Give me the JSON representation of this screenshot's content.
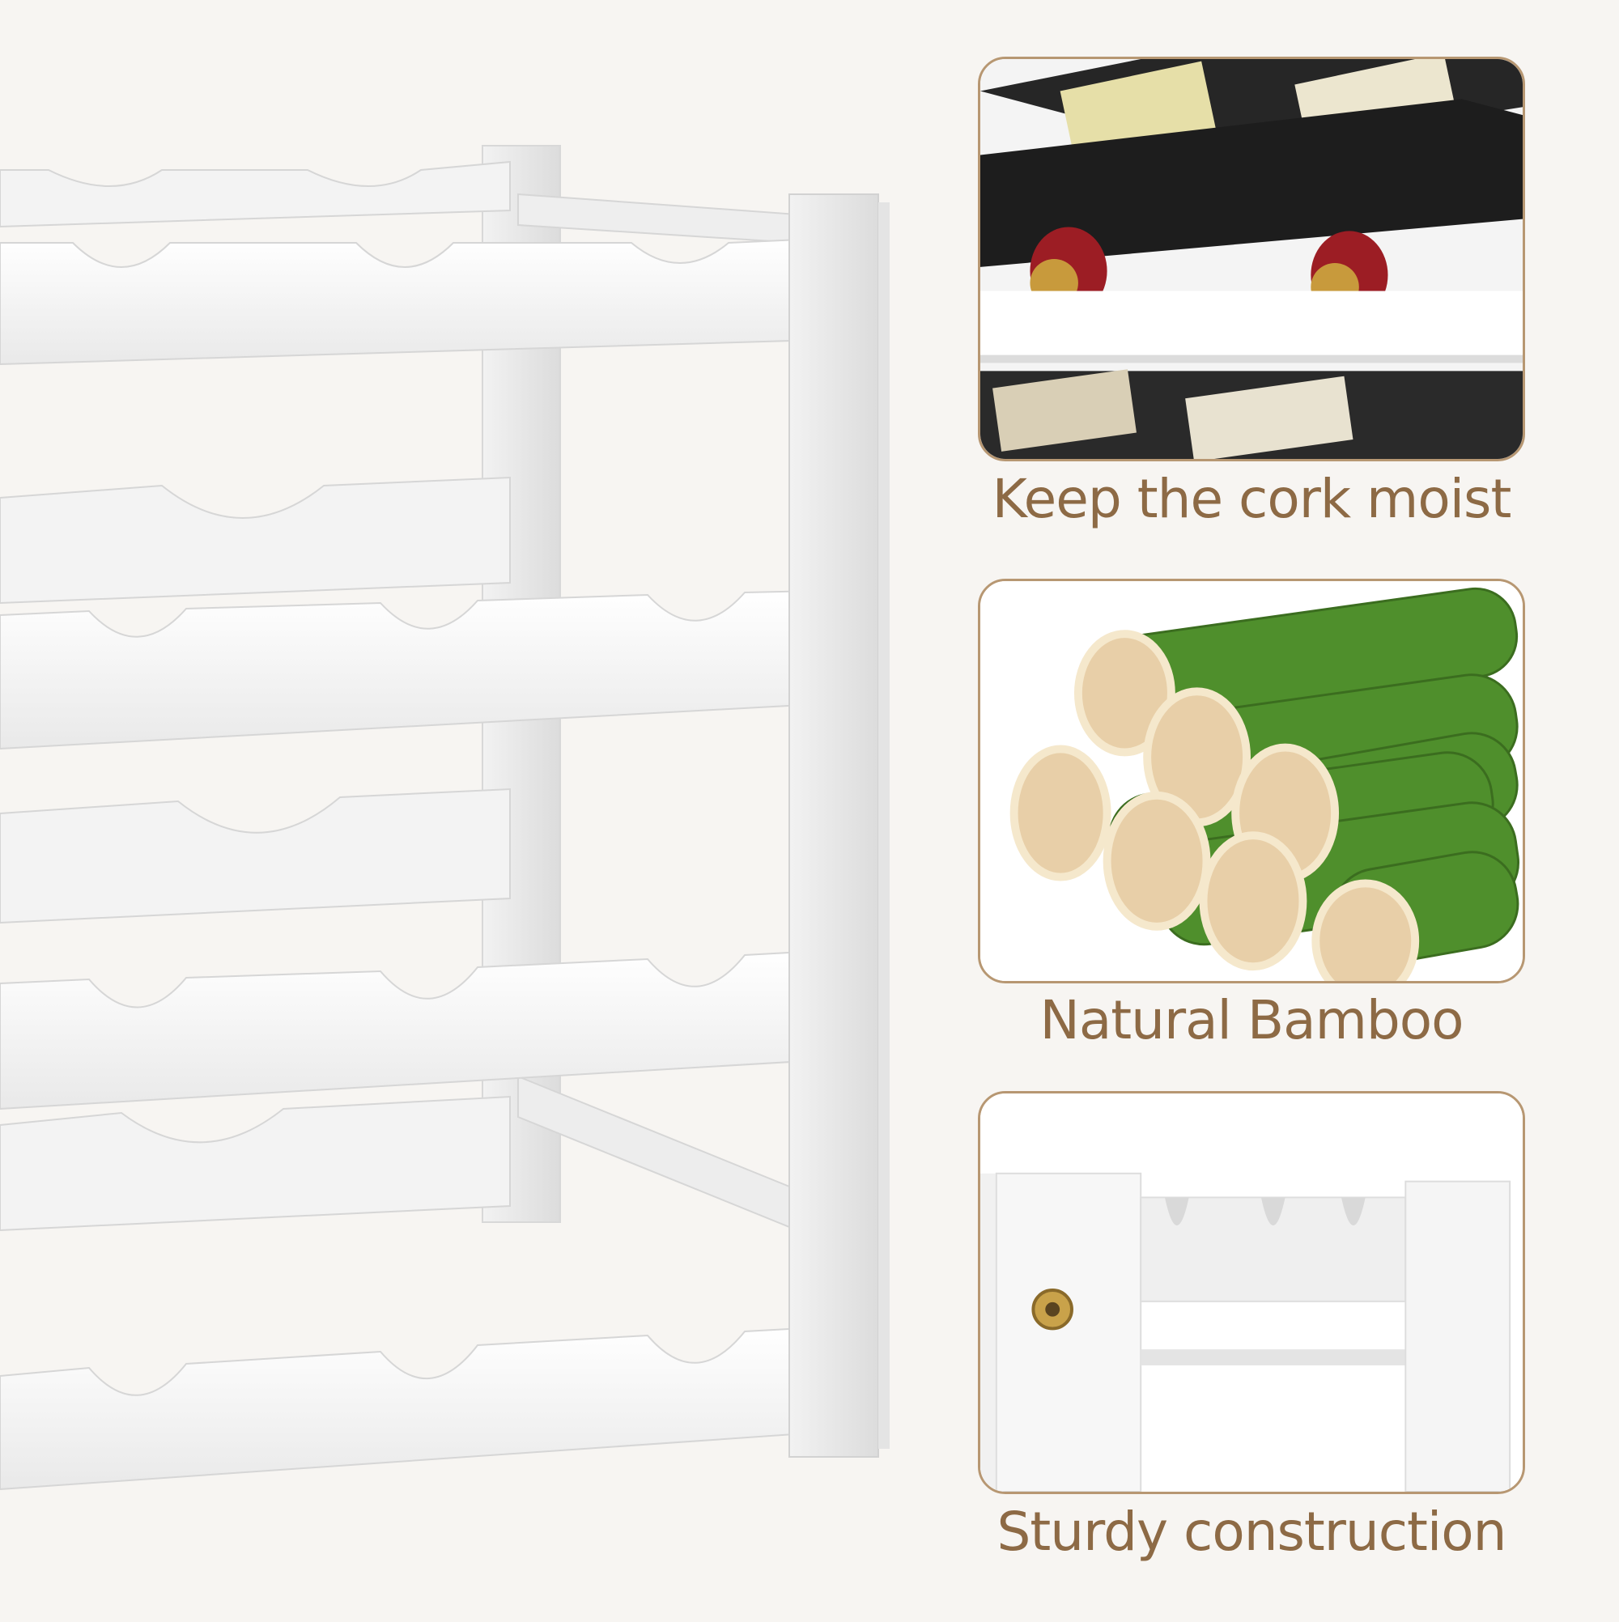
{
  "features": [
    {
      "caption": "Keep the cork moist",
      "image": "wine-bottles-on-rack"
    },
    {
      "caption": "Natural Bamboo",
      "image": "bamboo-stalks"
    },
    {
      "caption": "Sturdy construction",
      "image": "rack-joint-bolt"
    }
  ],
  "colors": {
    "background": "#f7f5f2",
    "panel_border": "#b79772",
    "caption_text": "#8d6a45",
    "rack_white": "#ffffff",
    "wine_red": "#9c1d24",
    "bamboo_green": "#4f8f2c"
  }
}
